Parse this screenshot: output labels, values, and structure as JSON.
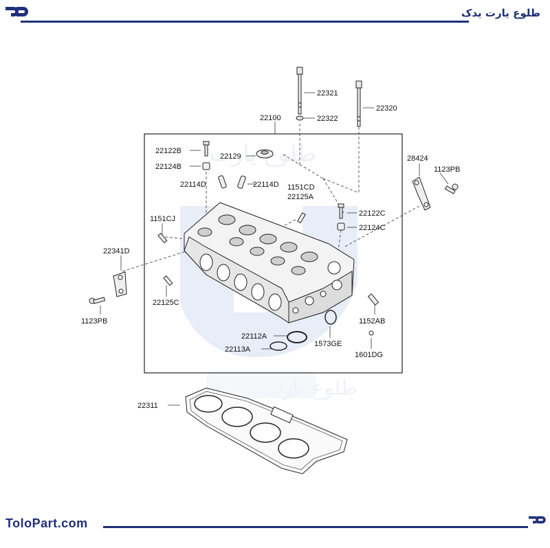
{
  "header": {
    "brand": "طلوع یارت یدک"
  },
  "footer": {
    "site": "ToloPart.com"
  },
  "watermark": {
    "text": "طلوع یارت"
  },
  "colors": {
    "brand": "#1f2f7a",
    "watermark": "#d6def3"
  },
  "parts": {
    "p22321": "22321",
    "p22322": "22322",
    "p22320": "22320",
    "p22100": "22100",
    "p22122B": "22122B",
    "p22124B": "22124B",
    "p22129": "22129",
    "p28424": "28424",
    "p1123PB_r": "1123PB",
    "p22114D_l": "22114D",
    "p22114D_r": "22114D",
    "p1151CD": "1151CD",
    "p22125A": "22125A",
    "p1151CJ": "1151CJ",
    "p22122C": "22122C",
    "p22124C": "22124C",
    "p22341D": "22341D",
    "p22125C": "22125C",
    "p1123PB_l": "1123PB",
    "p1152AB": "1152AB",
    "p22112A": "22112A",
    "p1573GE": "1573GE",
    "p22113A": "22113A",
    "p1601DG": "1601DG",
    "p22311": "22311"
  }
}
